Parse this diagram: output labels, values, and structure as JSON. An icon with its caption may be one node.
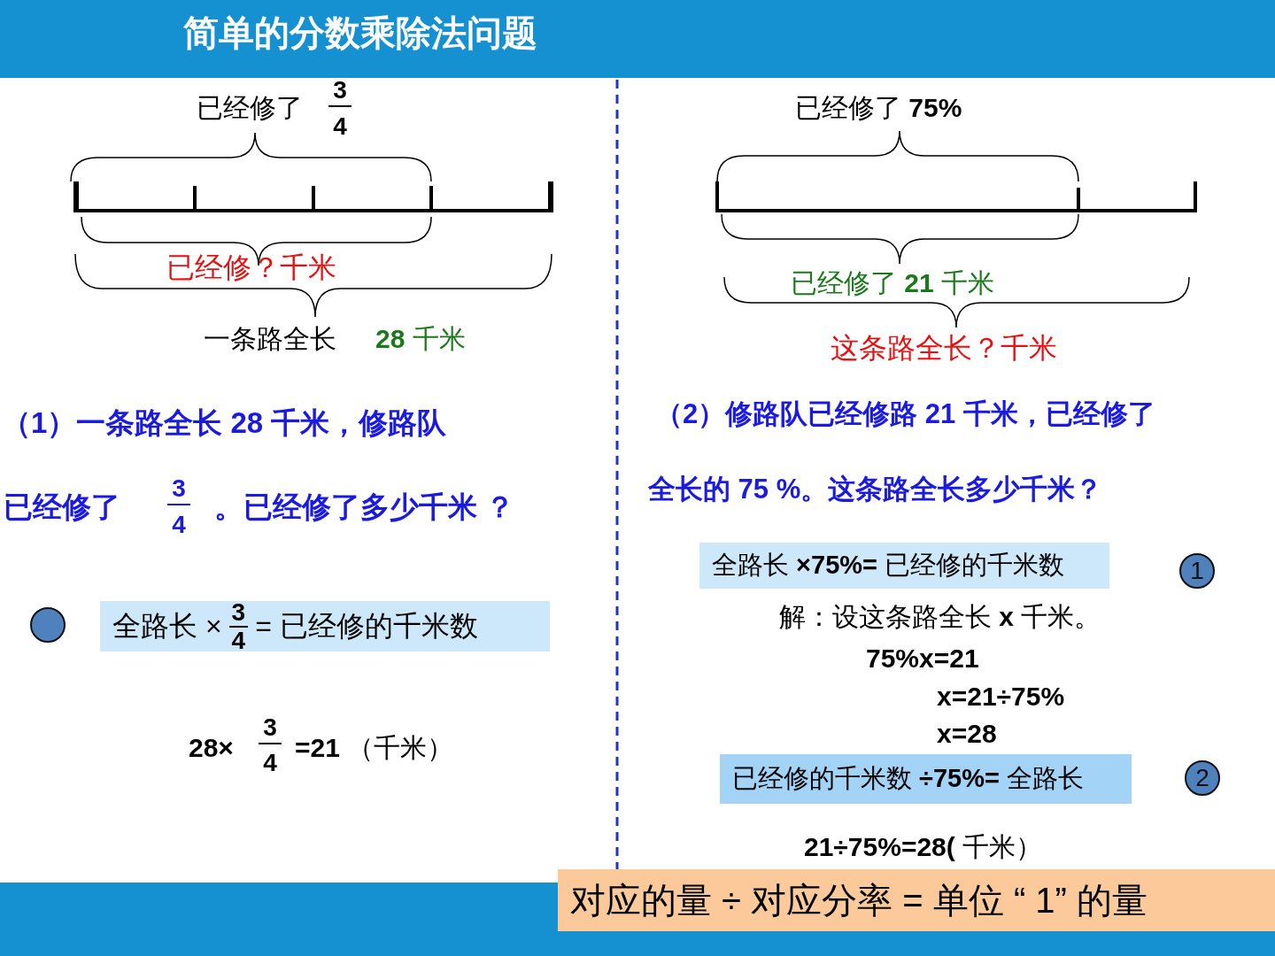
{
  "diagram": {
    "title": "简单的分数乘除法问题",
    "nodes": [
      {
        "text": [],
        "shape": "circle"
      },
      {
        "text": [
          "全路长 ×",
          "3",
          "4",
          "= 已经修的千米数"
        ]
      },
      {
        "text": [
          "全路长 **×75%=** 已经修的千米数"
        ]
      },
      {
        "text": [
          "1"
        ]
      },
      {
        "text": [
          "已经修的千米数 **÷75%=** 全路长"
        ]
      },
      {
        "text": [
          "2"
        ]
      },
      {
        "text": [
          "对应的量 ÷ 对应分率 = 单位 “ 1” 的量"
        ]
      }
    ],
    "edges": [],
    "labels": [
      "已经修了",
      "3",
      "4",
      "已经修？千米",
      "一条路全长",
      "**28** 千米",
      "已经修了 **75%**",
      "已经修了 **21** 千米",
      "这条路全长？千米",
      "（1）一条路全长 28 千米，修路队",
      "已经修了",
      "3",
      "4",
      "。已经修了多少千米 ？",
      "（2）修路队已经修路 21 千米，已经修了",
      "全长的 75 %。这条路全长多少千米？",
      "28×",
      "3",
      "4",
      "**=21** （千米）",
      "解：设这条路全长 **x** 千米。",
      "75%x=21",
      "x=21÷75%",
      "x=28",
      "**21÷75%=28(** 千米）"
    ]
  }
}
